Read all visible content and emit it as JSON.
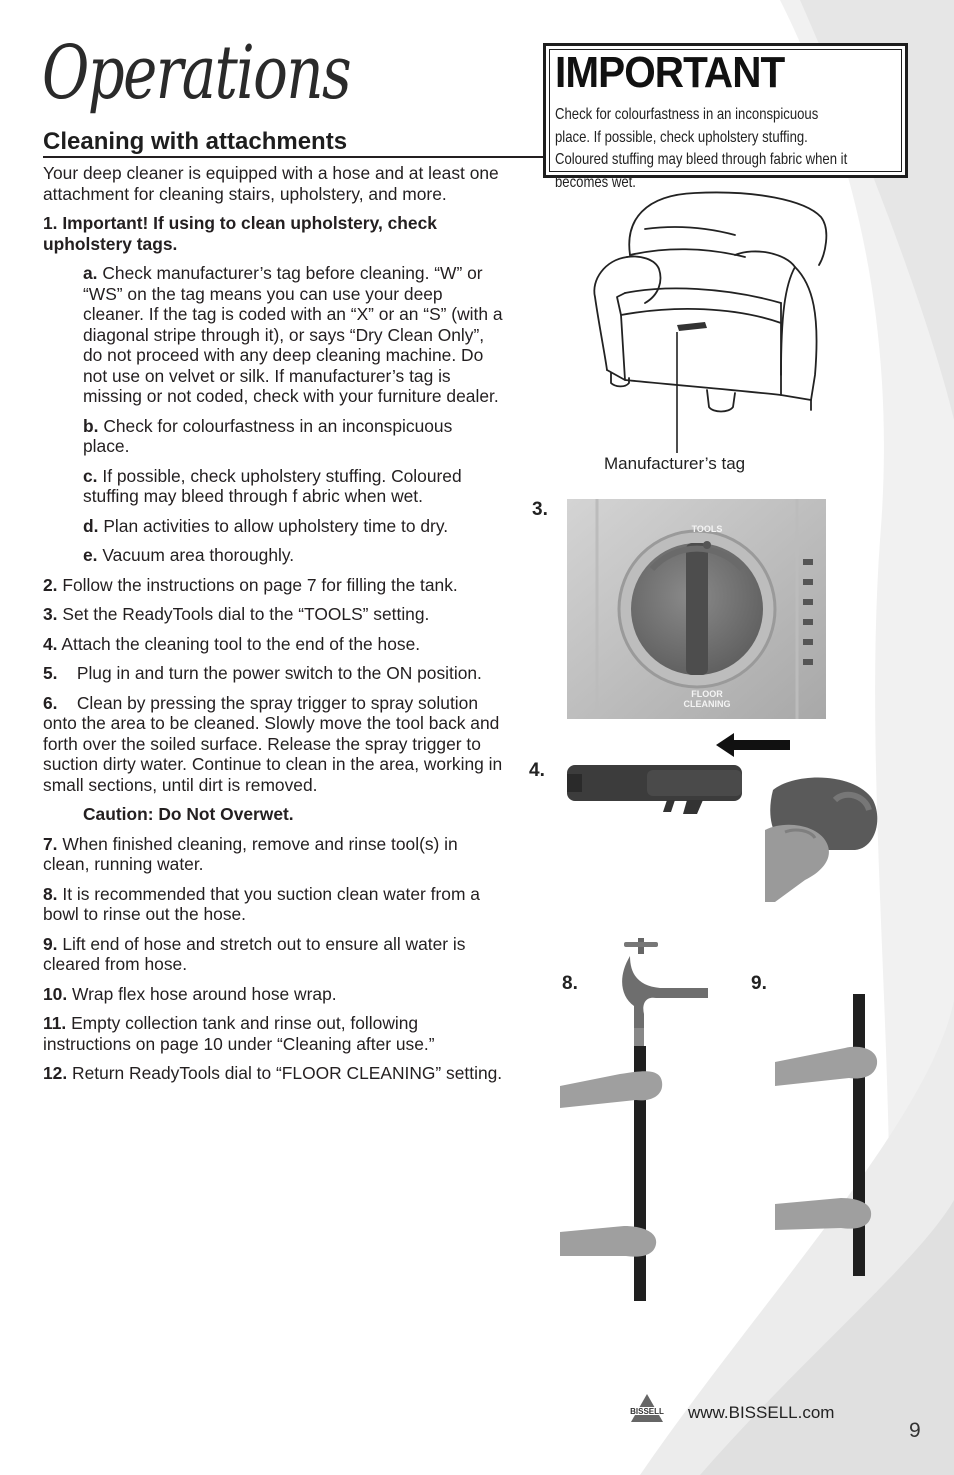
{
  "page": {
    "title": "Operations",
    "section_heading": "Cleaning with attachments",
    "page_number": "9",
    "website": "www.BISSELL.com",
    "logo_text": "BISSELL"
  },
  "important": {
    "title": "IMPORTANT",
    "text": "Check for colourfastness in an inconspicuous place. If possible, check upholstery stuffing. Coloured stuffing may bleed through fabric when it becomes wet."
  },
  "intro": "Your deep cleaner is equipped with a hose and at least one attachment for cleaning stairs, upholstery, and more.",
  "step1": "1. Important! If using to clean upholstery, check upholstery tags.",
  "substeps": [
    {
      "label": "a.",
      "text": "Check manufacturer’s tag before cleaning. “W” or “WS” on the tag means you can use your deep cleaner. If the tag is coded with an “X” or an “S” (with a diagonal stripe through it), or says “Dry Clean Only”, do not proceed with any deep cleaning machine. Do not use on velvet or silk. If manufacturer’s tag is missing or not coded, check with your furniture dealer."
    },
    {
      "label": "b.",
      "text": "Check for colourfastness in an inconspicuous place."
    },
    {
      "label": "c.",
      "text": "If possible, check upholstery stuffing. Coloured stuffing may bleed through f abric when wet."
    },
    {
      "label": "d.",
      "text": "Plan activities to allow upholstery time to dry."
    },
    {
      "label": "e.",
      "text": "Vacuum area thoroughly."
    }
  ],
  "steps_a": [
    {
      "label": "2.",
      "text": "Follow the instructions on page 7 for filling the tank."
    },
    {
      "label": "3.",
      "text": "Set the ReadyTools dial to the “TOOLS” setting."
    },
    {
      "label": "4.",
      "text": "Attach the cleaning tool to the end of the hose."
    },
    {
      "label": "5.",
      "text": "Plug in and turn the power switch to the ON position."
    },
    {
      "label": "6.",
      "text": "Clean by pressing the spray trigger to spray solution onto the area to be cleaned. Slowly move the tool back and forth over the soiled surface. Release the spray trigger to suction dirty water. Continue to clean in the area, working in small sections, until dirt is removed."
    }
  ],
  "caution": "Caution: Do Not Overwet.",
  "steps_b": [
    {
      "label": "7.",
      "text": "When finished cleaning, remove and rinse tool(s) in clean, running water."
    },
    {
      "label": "8.",
      "text": "It is recommended that you suction clean water from a bowl to rinse out the hose."
    },
    {
      "label": "9.",
      "text": "Lift end of hose and stretch out to ensure all water is cleared from hose."
    },
    {
      "label": "10.",
      "text": "Wrap flex hose around hose wrap."
    },
    {
      "label": "11.",
      "text": "Empty collection tank and rinse out, following instructions on page 10 under “Cleaning after use.”"
    },
    {
      "label": "12.",
      "text": "Return ReadyTools dial to “FLOOR CLEANING” setting."
    }
  ],
  "figures": {
    "tag_caption": "Manufacturer’s tag",
    "fig3_label": "3.",
    "fig4_label": "4.",
    "fig8_label": "8.",
    "fig9_label": "9.",
    "dial_top_text": "TOOLS",
    "dial_bottom_line1": "FLOOR",
    "dial_bottom_line2": "CLEANING"
  },
  "colors": {
    "text": "#231f20",
    "swoosh_light": "#efefef",
    "swoosh_mid": "#e2e2e2",
    "dial_gray": "#7d7d7d"
  }
}
